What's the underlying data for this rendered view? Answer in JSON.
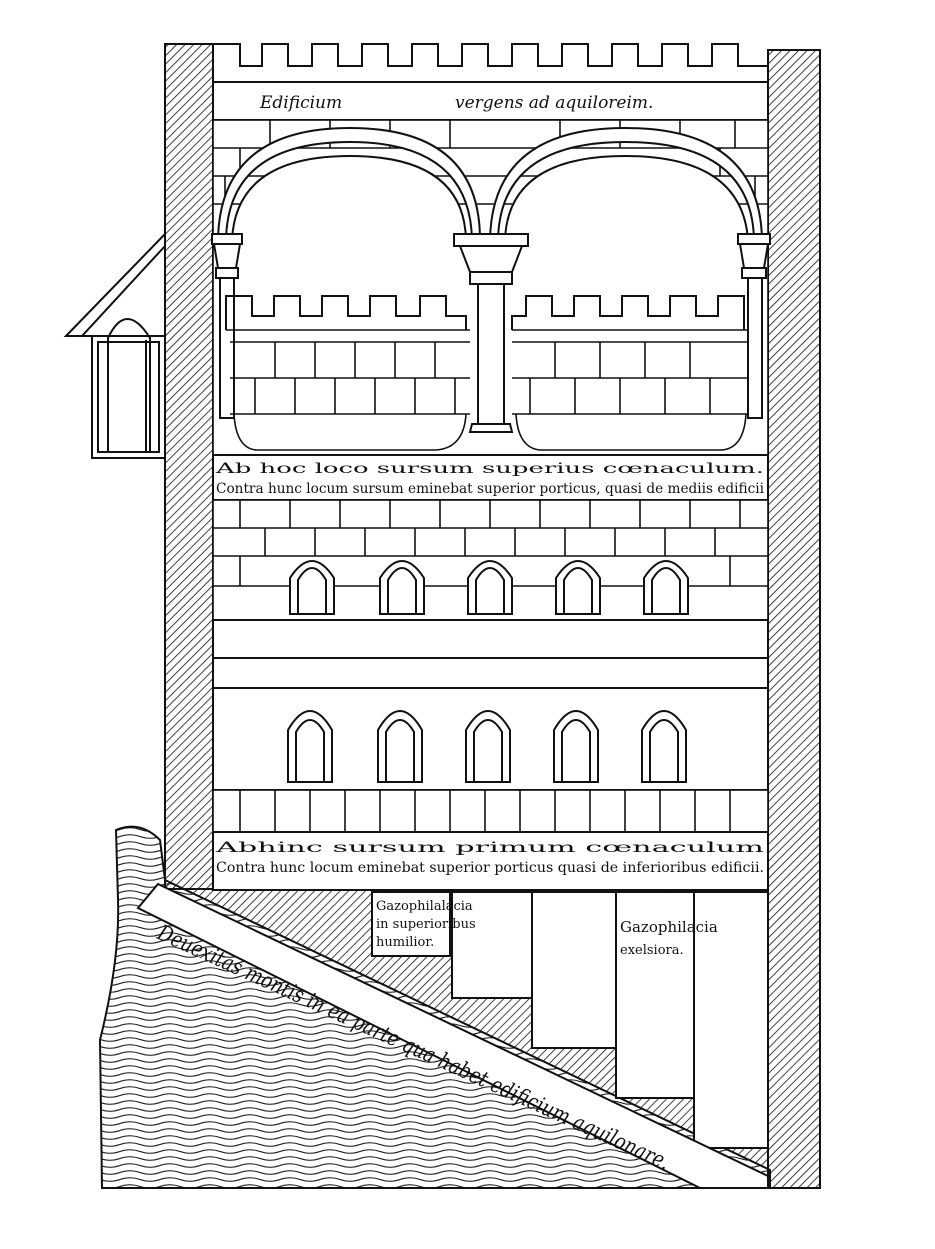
{
  "labels": {
    "top_band_left": "Edificium",
    "top_band_right": "vergens   ad   aquiloreim.",
    "upper_band_line1": "Ab hoc loco          sursum          superius          cœnaculum.",
    "upper_band_line2": "Contra hunc locum sursum eminebat superior porticus, quasi de mediis edificii",
    "lower_band_line1": "Abhinc          sursum          primum          cœnaculum",
    "lower_band_line2": "Contra hunc locum eminebat superior porticus quasi de inferioribus edificii.",
    "gazo_low_line1": "Gazophilalacia",
    "gazo_low_line2": "in superioribus",
    "gazo_low_line3": "humilior.",
    "gazo_high_line1": "Gazophilacia",
    "gazo_high_line2": "exelsiora.",
    "slope": "Deuexitas montis in ea parte qua habet edificium aquilonare."
  }
}
